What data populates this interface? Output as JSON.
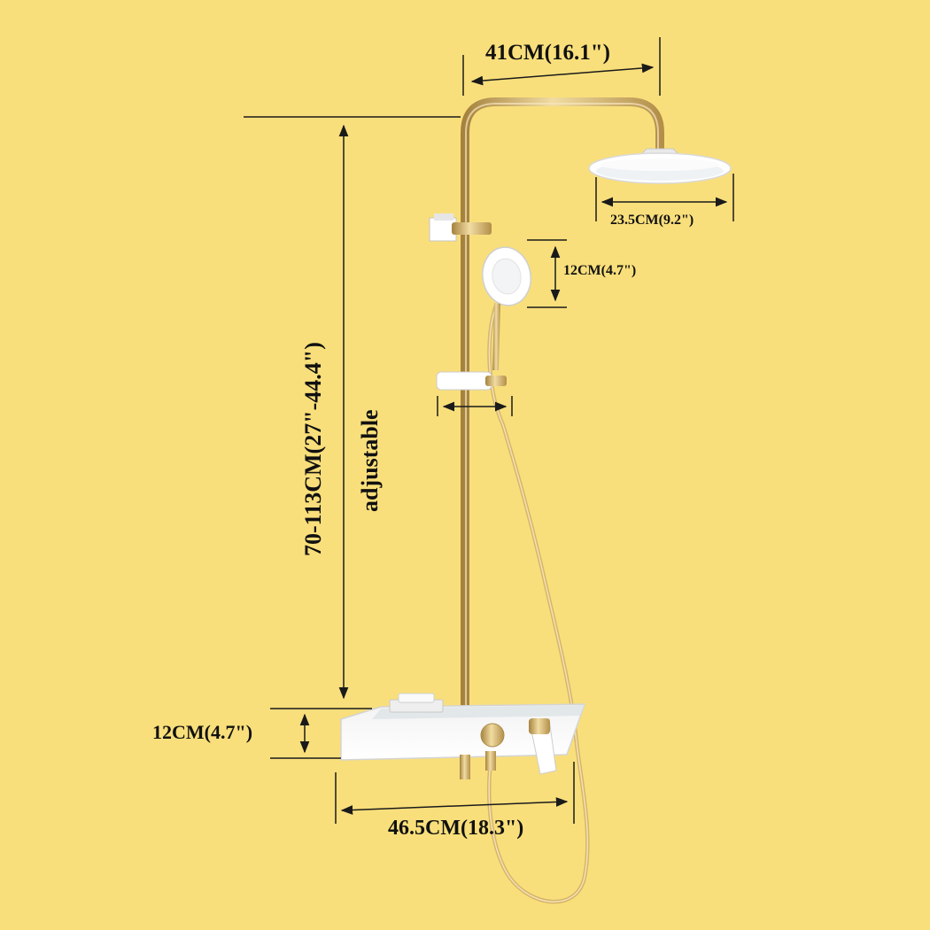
{
  "dimensions": {
    "top_width": "41CM(16.1\")",
    "shower_head": "23.5CM(9.2\")",
    "hand_shower": "12CM(4.7\")",
    "height_range": "70-113CM(27\"-44.4\")",
    "adjustable": "adjustable",
    "shelf_height": "12CM(4.7\")",
    "base_width": "46.5CM(18.3\")"
  },
  "colors": {
    "background": "#f9df7b",
    "gold": "#d8b56a",
    "white": "#ffffff",
    "dimension_line": "#1a1a1a"
  },
  "icons": {
    "arrowheads": "arrowhead-icon"
  }
}
